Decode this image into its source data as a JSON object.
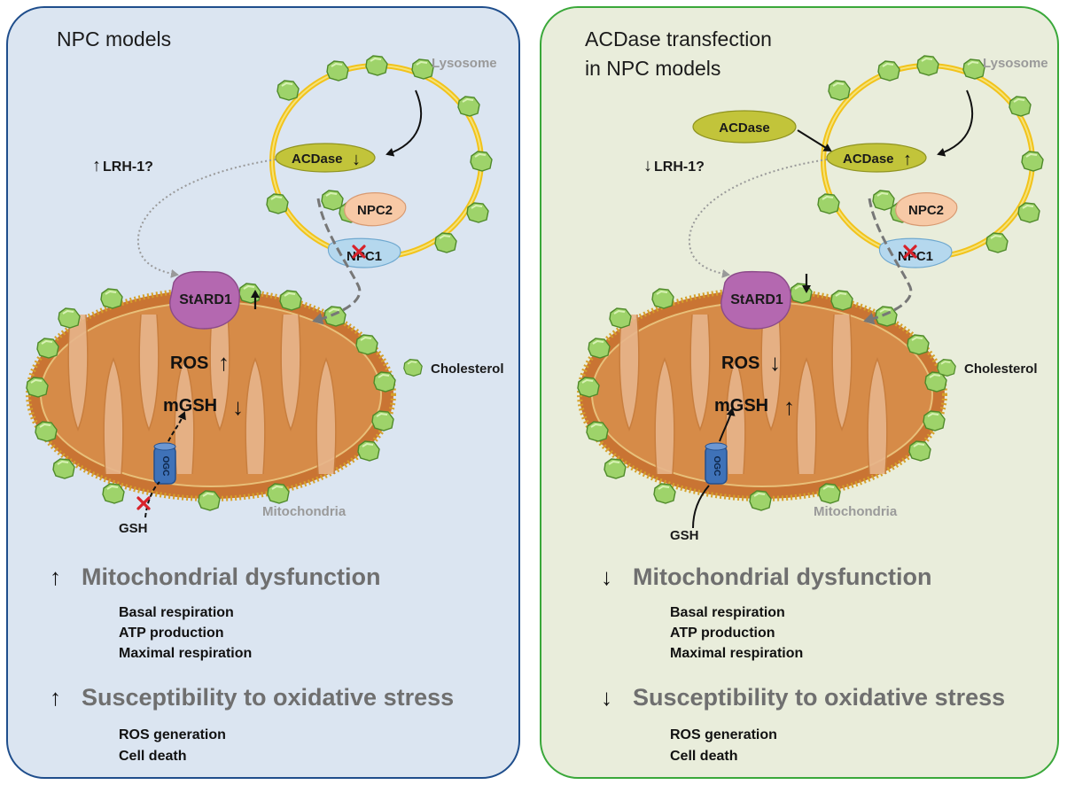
{
  "panels": [
    {
      "id": "left",
      "title_lines": [
        "NPC models"
      ],
      "lysosome": "Lysosome",
      "mitochondria": "Mitochondria",
      "lrh": "LRH-1?",
      "lrh_dir": "up",
      "acdase_inside": "ACDase",
      "acdase_inside_dir": "down",
      "acdase_external": null,
      "npc2": "NPC2",
      "npc1": "NPC1",
      "stard1": "StARD1",
      "stard1_dir": "up",
      "ros": "ROS",
      "ros_dir": "up",
      "mgsh": "mGSH",
      "mgsh_dir": "down",
      "ogc": "OGC",
      "gsh": "GSH",
      "gsh_blocked": true,
      "cholesterol": "Cholesterol",
      "effects": [
        {
          "dir": "up",
          "heading": "Mitochondrial  dysfunction",
          "items": [
            "Basal respiration",
            "ATP production",
            "Maximal respiration"
          ]
        },
        {
          "dir": "up",
          "heading": "Susceptibility to oxidative stress",
          "items": [
            "ROS generation",
            "Cell death"
          ]
        }
      ]
    },
    {
      "id": "right",
      "title_lines": [
        "ACDase transfection",
        "in NPC models"
      ],
      "lysosome": "Lysosome",
      "mitochondria": "Mitochondria",
      "lrh": "LRH-1?",
      "lrh_dir": "down",
      "acdase_inside": "ACDase",
      "acdase_inside_dir": "up",
      "acdase_external": "ACDase",
      "npc2": "NPC2",
      "npc1": "NPC1",
      "stard1": "StARD1",
      "stard1_dir": "down",
      "ros": "ROS",
      "ros_dir": "down",
      "mgsh": "mGSH",
      "mgsh_dir": "up",
      "ogc": "OGC",
      "gsh": "GSH",
      "gsh_blocked": false,
      "cholesterol": "Cholesterol",
      "effects": [
        {
          "dir": "down",
          "heading": "Mitochondrial  dysfunction",
          "items": [
            "Basal respiration",
            "ATP production",
            "Maximal respiration"
          ]
        },
        {
          "dir": "down",
          "heading": "Susceptibility to oxidative stress",
          "items": [
            "ROS generation",
            "Cell death"
          ]
        }
      ]
    }
  ],
  "colors": {
    "left_bg": "#dbe5f1",
    "left_border": "#1f4e8c",
    "right_bg": "#e9eddb",
    "right_border": "#3aa83a",
    "lysosome_ring": "#f2c31b",
    "mito_outer": "#c97433",
    "mito_inner": "#d68b48",
    "cristae": "#e7b58b",
    "cholesterol": "#9ed36a",
    "stard1": "#b468b0",
    "acdase": "#c2c43a",
    "npc2": "#f7c9a6",
    "npc1": "#b5d8ee",
    "ogc": "#3f72b8",
    "block": "#d8222a"
  },
  "arrows": {
    "up": "↑",
    "down": "↓"
  }
}
